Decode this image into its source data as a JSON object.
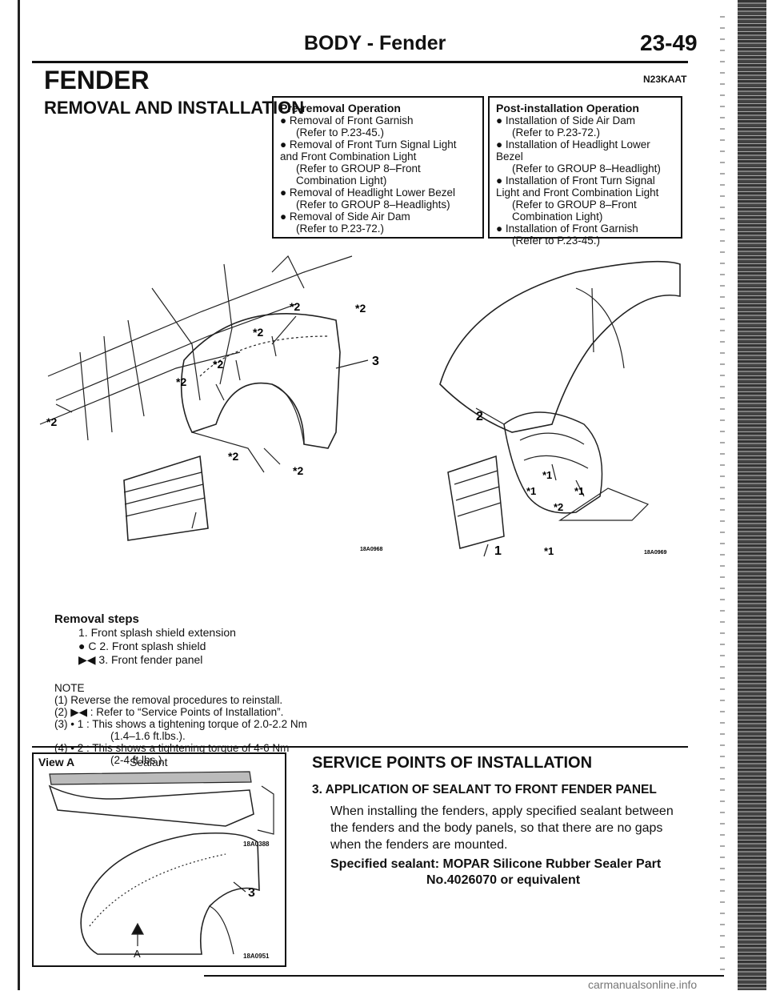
{
  "header": {
    "title": "BODY - Fender",
    "page_number": "23-49"
  },
  "section": {
    "title": "FENDER",
    "code": "N23KAAT",
    "subtitle": "REMOVAL AND INSTALLATION"
  },
  "pre_removal": {
    "title": "Pre-removal Operation",
    "items": [
      {
        "text": "● Removal of Front Garnish",
        "ref": "(Refer to P.23-45.)"
      },
      {
        "text": "● Removal of Front Turn Signal Light and Front Combination Light",
        "ref": "(Refer to GROUP 8–Front Combination Light)"
      },
      {
        "text": "● Removal of Headlight Lower Bezel",
        "ref": "(Refer to GROUP 8–Headlights)"
      },
      {
        "text": "● Removal of Side Air Dam",
        "ref": "(Refer to P.23-72.)"
      }
    ]
  },
  "post_installation": {
    "title": "Post-installation Operation",
    "items": [
      {
        "text": "● Installation of Side Air Dam",
        "ref": "(Refer to P.23-72.)"
      },
      {
        "text": "● Installation of Headlight Lower Bezel",
        "ref": "(Refer to GROUP 8–Headlight)"
      },
      {
        "text": "● Installation of Front Turn Signal Light and Front Combination Light",
        "ref": "(Refer to GROUP 8–Front Combination Light)"
      },
      {
        "text": "● Installation of Front Garnish",
        "ref": "(Refer to P.23-45.)"
      }
    ]
  },
  "figure_left": {
    "code": "18A0968",
    "callouts": [
      "*2",
      "*2",
      "*2",
      "*2",
      "*2",
      "*2",
      "*2",
      "*2",
      "3"
    ]
  },
  "figure_right": {
    "code": "18A0969",
    "callouts": [
      "2",
      "*1",
      "*1",
      "*1",
      "*2",
      "1",
      "*1"
    ]
  },
  "removal_steps": {
    "title": "Removal steps",
    "steps": [
      "1. Front splash shield extension",
      "● C 2. Front splash shield",
      "▶◀ 3. Front fender panel"
    ]
  },
  "note": {
    "title": "NOTE",
    "lines": [
      "(1) Reverse the removal procedures to reinstall.",
      "(2) ▶◀ : Refer to “Service Points of Installation”.",
      "(3) • 1 : This shows a tightening torque of 2.0-2.2 Nm",
      "(1.4–1.6 ft.lbs.).",
      "(4) • 2 : This shows a tightening torque of 4-6 Nm",
      "(2-4 ft.lbs.)."
    ]
  },
  "view_a": {
    "label": "View A",
    "sealant": "Sealant",
    "code_top": "18A0388",
    "callout": "3",
    "arrow_label": "A",
    "code_bottom": "18A0951"
  },
  "service": {
    "title": "SERVICE POINTS OF INSTALLATION",
    "subtitle": "3. APPLICATION OF SEALANT TO FRONT FENDER PANEL",
    "body": "When installing the fenders, apply specified sealant between the fenders and the body panels, so that there are no gaps when the fenders are mounted.",
    "spec_line1": "Specified sealant: MOPAR Silicone Rubber Sealer Part",
    "spec_line2": "No.4026070 or equivalent"
  },
  "watermark": "carmanualsonline.info"
}
